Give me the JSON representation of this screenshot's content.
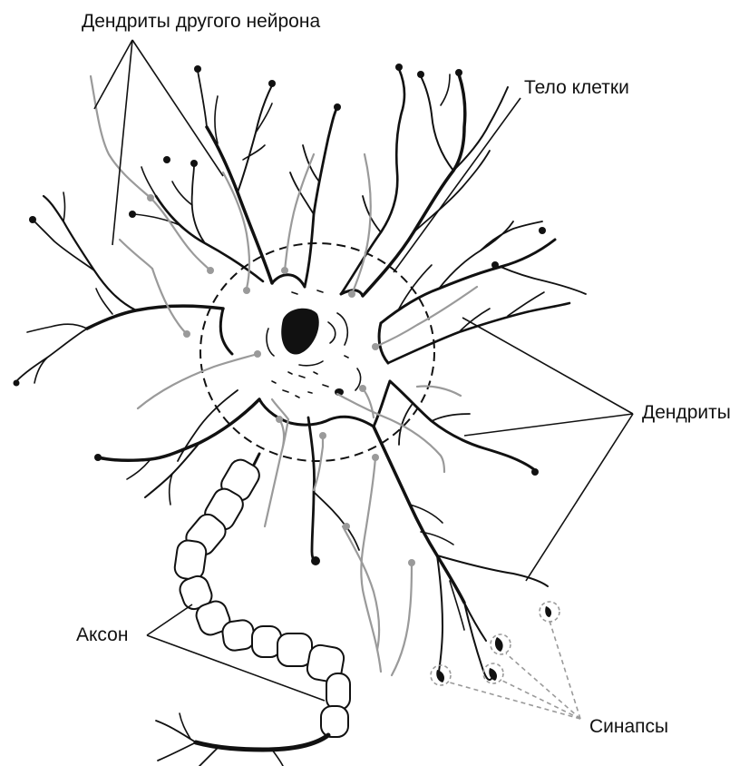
{
  "labels": {
    "other_dendrites": "Дендриты другого нейрона",
    "cell_body": "Тело клетки",
    "dendrites": "Дендриты",
    "axon": "Аксон",
    "synapses": "Синапсы"
  },
  "colors": {
    "line": "#111111",
    "other_neuron": "#9a9a9a",
    "background": "#ffffff"
  }
}
